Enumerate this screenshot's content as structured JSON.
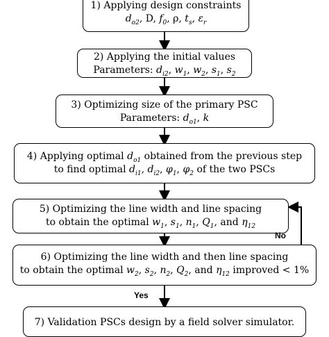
{
  "boxes": [
    {
      "id": "step1",
      "line1": "1) Applying design constraints",
      "line2": [
        {
          "t": "d",
          "i": true
        },
        {
          "s": "o2"
        },
        {
          "t": ", D, "
        },
        {
          "t": "f",
          "i": true
        },
        {
          "s": "0"
        },
        {
          "t": ", ρ, "
        },
        {
          "t": "t",
          "i": true
        },
        {
          "s": "s"
        },
        {
          "t": ", "
        },
        {
          "t": "ε",
          "i": true
        },
        {
          "s": "r"
        }
      ]
    },
    {
      "id": "step2",
      "line1": "2) Applying the initial values",
      "line2": [
        {
          "t": "Parameters: "
        },
        {
          "t": "d",
          "i": true
        },
        {
          "s": "i2"
        },
        {
          "t": ", "
        },
        {
          "t": "w",
          "i": true
        },
        {
          "s": "1"
        },
        {
          "t": ", "
        },
        {
          "t": "w",
          "i": true
        },
        {
          "s": "2"
        },
        {
          "t": ", "
        },
        {
          "t": "s",
          "i": true
        },
        {
          "s": "1"
        },
        {
          "t": ", "
        },
        {
          "t": "s",
          "i": true
        },
        {
          "s": "2"
        }
      ]
    },
    {
      "id": "step3",
      "line1": "3) Optimizing  size of the primary PSC",
      "line2": [
        {
          "t": "Parameters: "
        },
        {
          "t": "d",
          "i": true
        },
        {
          "s": "o1"
        },
        {
          "t": ", "
        },
        {
          "t": "k",
          "i": true
        }
      ]
    },
    {
      "id": "step4",
      "line1r": [
        {
          "t": "4) Applying optimal "
        },
        {
          "t": "d",
          "i": true
        },
        {
          "s": "o1"
        },
        {
          "t": " obtained from the previous step"
        }
      ],
      "line2": [
        {
          "t": "to find optimal "
        },
        {
          "t": "d",
          "i": true
        },
        {
          "s": "i1"
        },
        {
          "t": ", "
        },
        {
          "t": "d",
          "i": true
        },
        {
          "s": "i2"
        },
        {
          "t": ", "
        },
        {
          "t": "φ",
          "i": true
        },
        {
          "s": "1"
        },
        {
          "t": ", "
        },
        {
          "t": "φ",
          "i": true
        },
        {
          "s": "2"
        },
        {
          "t": " of the two PSCs"
        }
      ]
    },
    {
      "id": "step5",
      "line1": "5) Optimizing the line width and line spacing",
      "line2": [
        {
          "t": "to obtain the optimal "
        },
        {
          "t": "w",
          "i": true
        },
        {
          "s": "1"
        },
        {
          "t": ", "
        },
        {
          "t": "s",
          "i": true
        },
        {
          "s": "1"
        },
        {
          "t": ", "
        },
        {
          "t": "n",
          "i": true
        },
        {
          "s": "1"
        },
        {
          "t": ", "
        },
        {
          "t": "Q",
          "i": true
        },
        {
          "s": "1"
        },
        {
          "t": ", and "
        },
        {
          "t": "η",
          "i": true
        },
        {
          "s": "12"
        }
      ]
    },
    {
      "id": "step6",
      "line1": "6) Optimizing the line width and then line spacing",
      "line2": [
        {
          "t": "to obtain the optimal "
        },
        {
          "t": "w",
          "i": true
        },
        {
          "s": "2"
        },
        {
          "t": ", "
        },
        {
          "t": "s",
          "i": true
        },
        {
          "s": "2"
        },
        {
          "t": ", "
        },
        {
          "t": "n",
          "i": true
        },
        {
          "s": "2"
        },
        {
          "t": ", "
        },
        {
          "t": "Q",
          "i": true
        },
        {
          "s": "2"
        },
        {
          "t": ", and "
        },
        {
          "t": "η",
          "i": true
        },
        {
          "s": "12"
        },
        {
          "t": " improved < 1%"
        }
      ]
    },
    {
      "id": "step7",
      "line1": "7) Validation PSCs design by a field solver simulator."
    }
  ],
  "labels": {
    "no": "No",
    "yes": "Yes"
  }
}
